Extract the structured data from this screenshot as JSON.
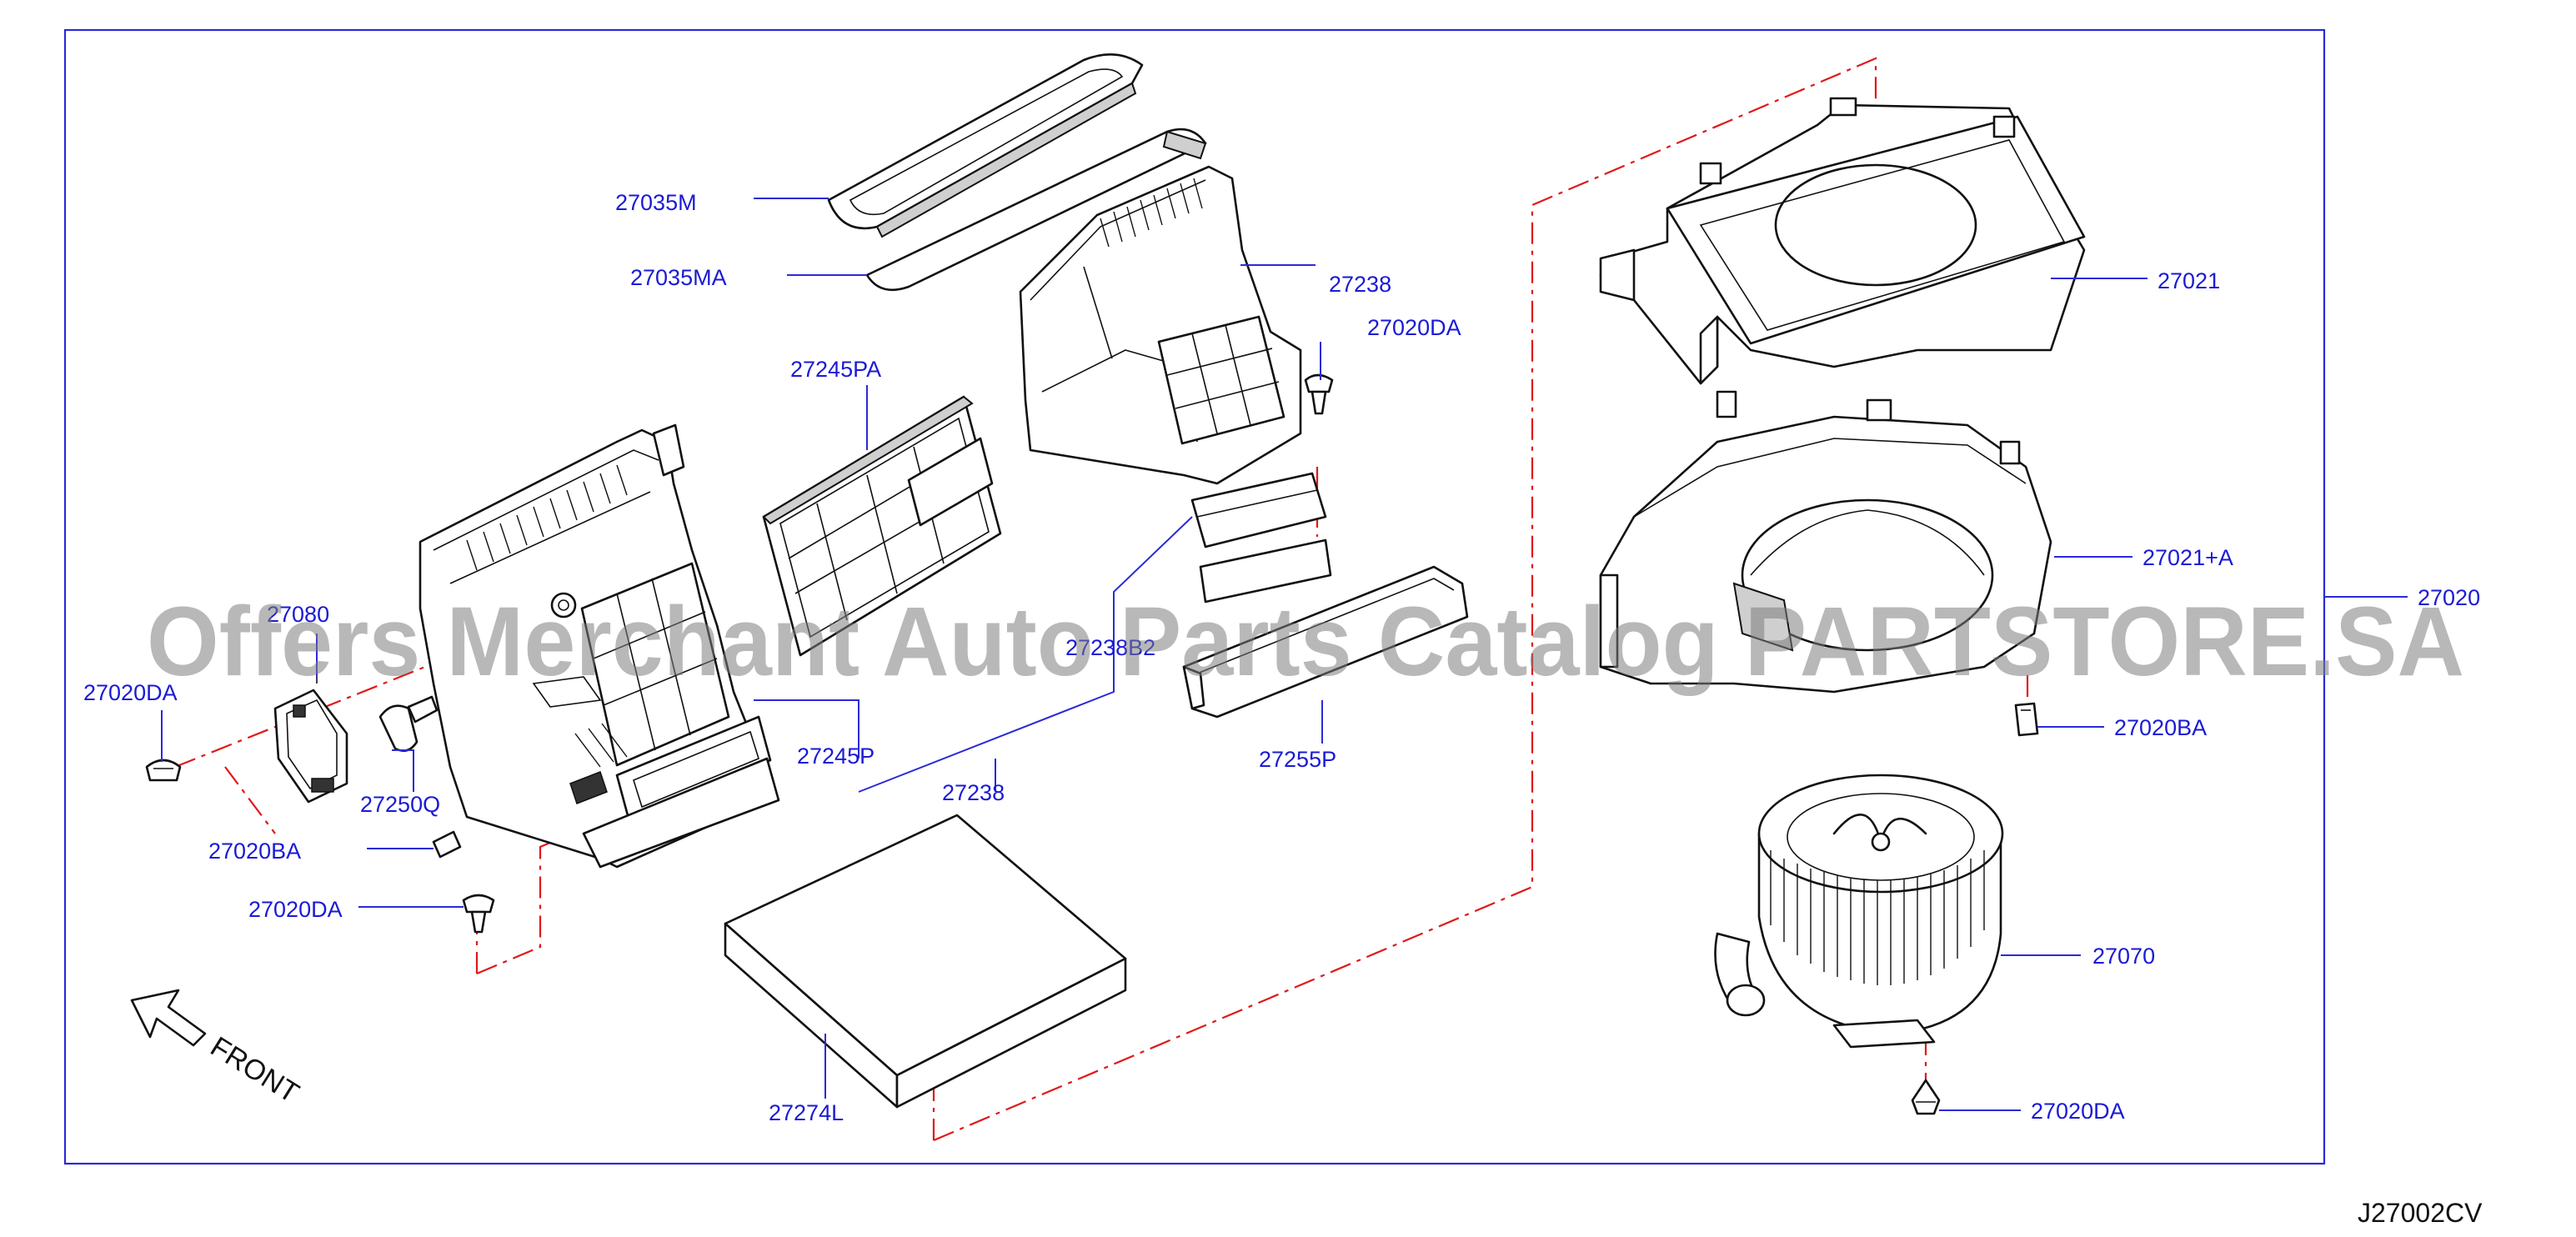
{
  "diagram": {
    "code": "J27002CV",
    "front_label": "FRONT",
    "watermark": "Offers Merchant Auto Parts Catalog PARTSTORE.SA",
    "labels": {
      "l27035M": "27035M",
      "l27035MA": "27035MA",
      "l27238a": "27238",
      "l27020DA_a": "27020DA",
      "l27245PA": "27245PA",
      "l27238B2": "27238B2",
      "l27080": "27080",
      "l27020DA_b": "27020DA",
      "l27250Q": "27250Q",
      "l27245P": "27245P",
      "l27238b": "27238",
      "l27255P": "27255P",
      "l27020BA_a": "27020BA",
      "l27020DA_c": "27020DA",
      "l27274L": "27274L",
      "l27021": "27021",
      "l27021A": "27021+A",
      "l27020": "27020",
      "l27020BA_b": "27020BA",
      "l27070": "27070",
      "l27020DA_d": "27020DA"
    }
  }
}
